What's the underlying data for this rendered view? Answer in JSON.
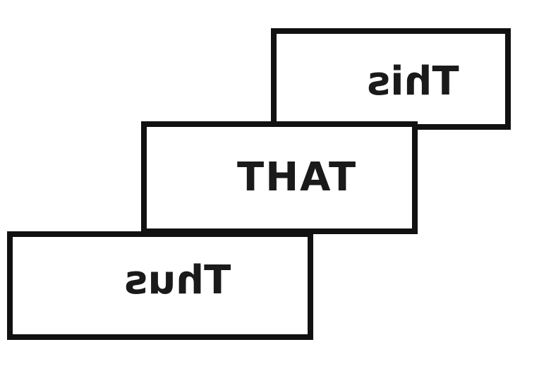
{
  "boxes": {
    "top": {
      "label": "This",
      "mirrored": true
    },
    "middle": {
      "label": "THAT",
      "mirrored": false
    },
    "bottom": {
      "label": "Thus",
      "mirrored": true
    }
  },
  "colors": {
    "border": "#111111",
    "text": "#1a1a1a",
    "background": "#ffffff"
  }
}
